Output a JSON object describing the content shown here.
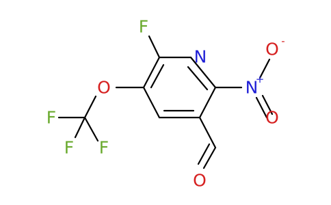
{
  "colors": {
    "bond": "#000000",
    "fluorine": "#6aaa2e",
    "nitrogen": "#1f1fd6",
    "oxygen": "#d62020"
  },
  "atoms": {
    "f_ring": "F",
    "n_ring": "N",
    "o_ether": "O",
    "f_cf3_left": "F",
    "f_cf3_bottom": "F",
    "f_cf3_right": "F",
    "n_nitro": "N",
    "n_nitro_charge": "+",
    "o_nitro_top": "O",
    "o_nitro_top_charge": "-",
    "o_nitro_bottom": "O",
    "o_aldehyde": "O"
  }
}
